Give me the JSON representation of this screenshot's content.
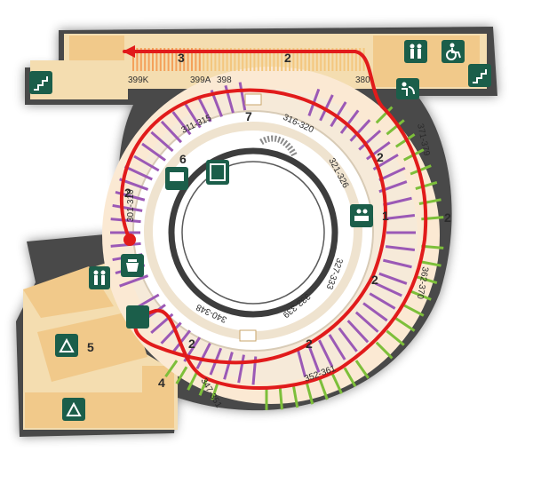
{
  "map": {
    "zone_labels": [
      "1",
      "2",
      "2",
      "2",
      "2",
      "2",
      "2",
      "2",
      "3",
      "4",
      "5",
      "6",
      "7"
    ],
    "section_labels": [
      "311-315",
      "316-320",
      "321-326",
      "327-333",
      "333-339",
      "340-348",
      "301-310",
      "371-379",
      "362-370",
      "352-361",
      "347-351"
    ],
    "stall_labels": [
      "399K",
      "399A",
      "398",
      "380"
    ],
    "route_color": "#e11b1b",
    "stand_green": "#7dbf3a",
    "stand_purple": "#9b59b6",
    "stand_orange": "#f4a15a",
    "icons": [
      "stairs-icon",
      "restroom-icon",
      "wheelchair-icon",
      "stairs-icon",
      "family-restroom-icon",
      "restroom-icon",
      "food-icon",
      "elevator-icon",
      "elevator-icon",
      "vendor-icon",
      "info-desk-icon",
      "elevator-icon",
      "wheelchair-icon"
    ]
  }
}
